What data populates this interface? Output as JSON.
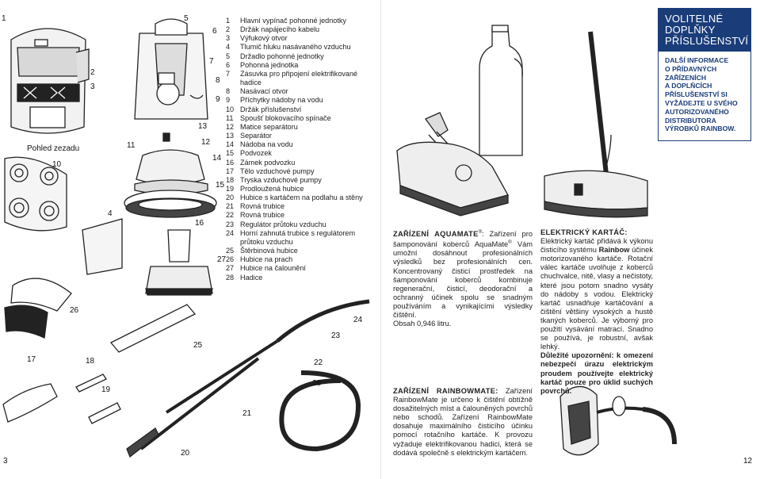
{
  "left_page": {
    "page_number": "3",
    "view_label": "Pohled zezadu",
    "callouts": [
      "1",
      "2",
      "3",
      "4",
      "5",
      "6",
      "7",
      "8",
      "9",
      "10",
      "11",
      "12",
      "13",
      "14",
      "15",
      "16",
      "17",
      "18",
      "19",
      "20",
      "21",
      "22",
      "23",
      "24",
      "25",
      "26",
      "27",
      "28"
    ],
    "parts": [
      {
        "num": "1",
        "name": "Hlavní vypínač pohonné jednotky"
      },
      {
        "num": "2",
        "name": "Držák napájecího kabelu"
      },
      {
        "num": "3",
        "name": "Výfukový otvor"
      },
      {
        "num": "4",
        "name": "Tlumič hluku nasávaného vzduchu"
      },
      {
        "num": "5",
        "name": "Držadlo pohonné jednotky"
      },
      {
        "num": "6",
        "name": "Pohonná jednotka"
      },
      {
        "num": "7",
        "name": "Zásuvka pro připojení elektrifikované hadice"
      },
      {
        "num": "8",
        "name": "Nasávací otvor"
      },
      {
        "num": "9",
        "name": "Příchytky nádoby na vodu"
      },
      {
        "num": "10",
        "name": "Držák příslušenství"
      },
      {
        "num": "11",
        "name": "Spoušť blokovacího spínače"
      },
      {
        "num": "12",
        "name": "Matice separátoru"
      },
      {
        "num": "13",
        "name": "Separátor"
      },
      {
        "num": "14",
        "name": "Nádoba na vodu"
      },
      {
        "num": "15",
        "name": "Podvozek"
      },
      {
        "num": "16",
        "name": "Zámek podvozku"
      },
      {
        "num": "17",
        "name": "Tělo vzduchové pumpy"
      },
      {
        "num": "18",
        "name": "Tryska vzduchové pumpy"
      },
      {
        "num": "19",
        "name": "Prodloužená hubice"
      },
      {
        "num": "20",
        "name": "Hubice s kartáčem na podlahu a stěny"
      },
      {
        "num": "21",
        "name": "Rovná trubice"
      },
      {
        "num": "22",
        "name": "Rovná trubice"
      },
      {
        "num": "23",
        "name": "Regulátor průtoku vzduchu"
      },
      {
        "num": "24",
        "name": "Horní zahnutá trubice s regulátorem průtoku vzduchu"
      },
      {
        "num": "25",
        "name": "Štěrbinová hubice"
      },
      {
        "num": "26",
        "name": "Hubice na prach"
      },
      {
        "num": "27",
        "name": "Hubice na čalounění"
      },
      {
        "num": "28",
        "name": "Hadice"
      }
    ]
  },
  "right_page": {
    "page_number": "12",
    "sidebar": {
      "title_lines": [
        "VOLITELNÉ",
        "DOPLŇKY",
        "PŘÍSLUŠENSTVÍ"
      ],
      "body_lines": [
        "DALŠÍ INFORMACE",
        "O PŘÍDAVNÝCH",
        "ZAŘÍZENÍCH",
        "A DOPLŇCÍCH",
        "PŘÍSLUŠENSTVÍ SI",
        "VYŽÁDEJTE U SVÉHO",
        "AUTORIZOVANÉHO",
        "DISTRIBUTORA",
        "VÝROBKŮ RAINBOW."
      ]
    },
    "aquamate": {
      "heading": "ZAŘÍZENÍ AQUAMATE",
      "reg": "®",
      "intro": ": Zařízení pro šamponování koberců AquaMate",
      "intro_tail": " Vám umožní dosáhnout profesionálních výsledků bez profesionálních cen. Koncentrovaný čisticí prostředek na šamponování koberců kombinuje regenerační, čisticí, deodorační a ochranný účinek spolu se snadným používáním a vynikajícími výsledky čištění.",
      "volume": "Obsah 0,946 litru."
    },
    "rainbowmate": {
      "heading": "ZAŘÍZENÍ RAINBOWMATE:",
      "text": " Zařízení RainbowMate je určeno k čištění obtížně dosažitelných míst a čalouněných povrchů nebo schodů. Zařízení RainbowMate dosahuje maximálního čisticího účinku pomocí rotačního kartáče. K provozu vyžaduje elektrifikovanou hadici, která se dodává společně s elektrickým kartáčem."
    },
    "brush": {
      "heading": "ELEKTRICKÝ KARTÁČ:",
      "text_a": "Elektrický kartáč přidává k výkonu čisticího systému ",
      "brand": "Rainbow",
      "text_b": " účinek motorizovaného kartáče. Rotační válec kartáče uvolňuje z koberců chuchvalce, nitě, vlasy a nečistoty, které jsou potom snadno vysáty do nádoby s vodou. Elektrický kartáč usnadňuje kartáčování a čištění většiny vysokých a hustě tkaných koberců. Je výborný pro použití vysávání matrací. Snadno se používá, je robustní, avšak lehký.",
      "warning": "Důležité upozornění: k omezení nebezpečí úrazu elektrickým proudem používejte elektrický kartáč pouze pro úklid suchých povrchů."
    }
  }
}
